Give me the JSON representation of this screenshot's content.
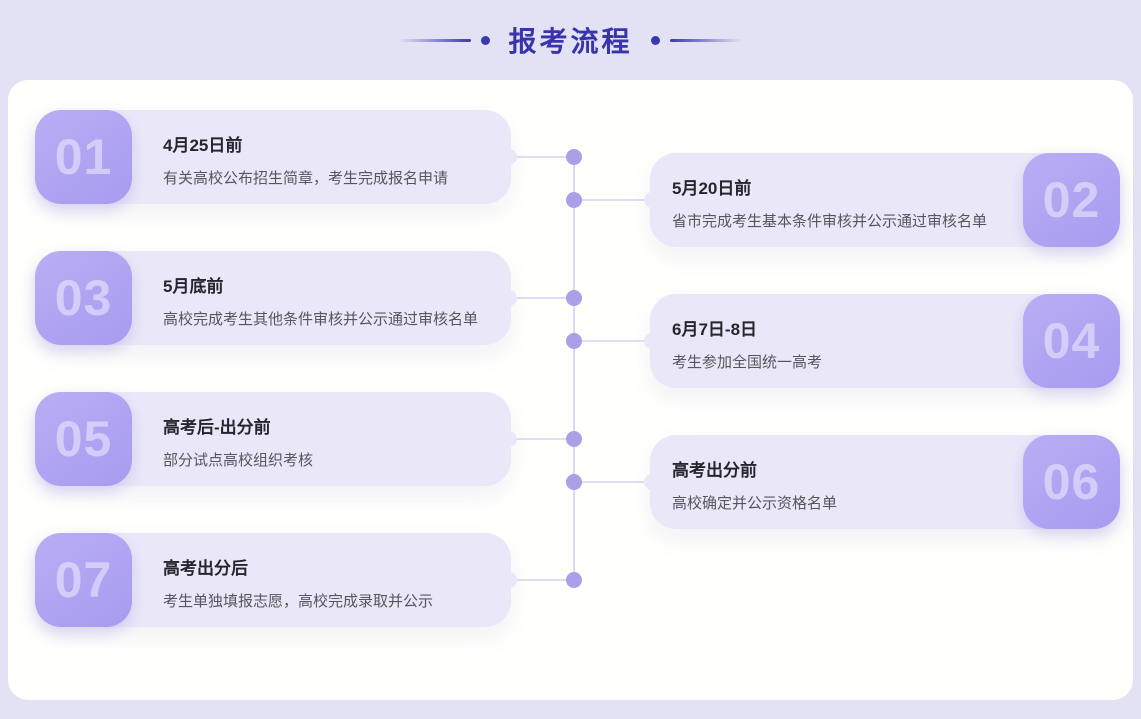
{
  "page": {
    "title": "报考流程",
    "colors": {
      "background": "#e3e1f4",
      "panel": "#fffffc",
      "card_background": "#eae8f8",
      "badge_purple": "#aca1f0",
      "title_indigo": "#3934ad",
      "heading_text": "#25252d",
      "description_text": "#56555e",
      "connector_line": "#dcd9ee",
      "connector_dot": "#a9a0e8"
    }
  },
  "steps": [
    {
      "number": "01",
      "title": "4月25日前",
      "description": "有关高校公布招生简章，考生完成报名申请",
      "side": "left"
    },
    {
      "number": "02",
      "title": "5月20日前",
      "description": "省市完成考生基本条件审核并公示通过审核名单",
      "side": "right"
    },
    {
      "number": "03",
      "title": "5月底前",
      "description": "高校完成考生其他条件审核并公示通过审核名单",
      "side": "left"
    },
    {
      "number": "04",
      "title": "6月7日-8日",
      "description": "考生参加全国统一高考",
      "side": "right"
    },
    {
      "number": "05",
      "title": "高考后-出分前",
      "description": "部分试点高校组织考核",
      "side": "left"
    },
    {
      "number": "06",
      "title": "高考出分前",
      "description": "高校确定并公示资格名单",
      "side": "right"
    },
    {
      "number": "07",
      "title": "高考出分后",
      "description": "考生单独填报志愿，高校完成录取并公示",
      "side": "left"
    }
  ]
}
